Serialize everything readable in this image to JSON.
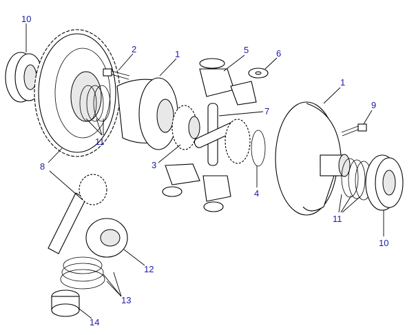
{
  "diagram": {
    "title": "Differential assembly exploded view",
    "label_color": "#1a1aa8",
    "callouts": {
      "c10a": "10",
      "c2": "2",
      "c1a": "1",
      "c5": "5",
      "c6": "6",
      "c1b": "1",
      "c9": "9",
      "c7": "7",
      "c11a": "11",
      "c3": "3",
      "c4": "4",
      "c8": "8",
      "c11b": "11",
      "c10b": "10",
      "c12": "12",
      "c13": "13",
      "c14": "14"
    }
  }
}
